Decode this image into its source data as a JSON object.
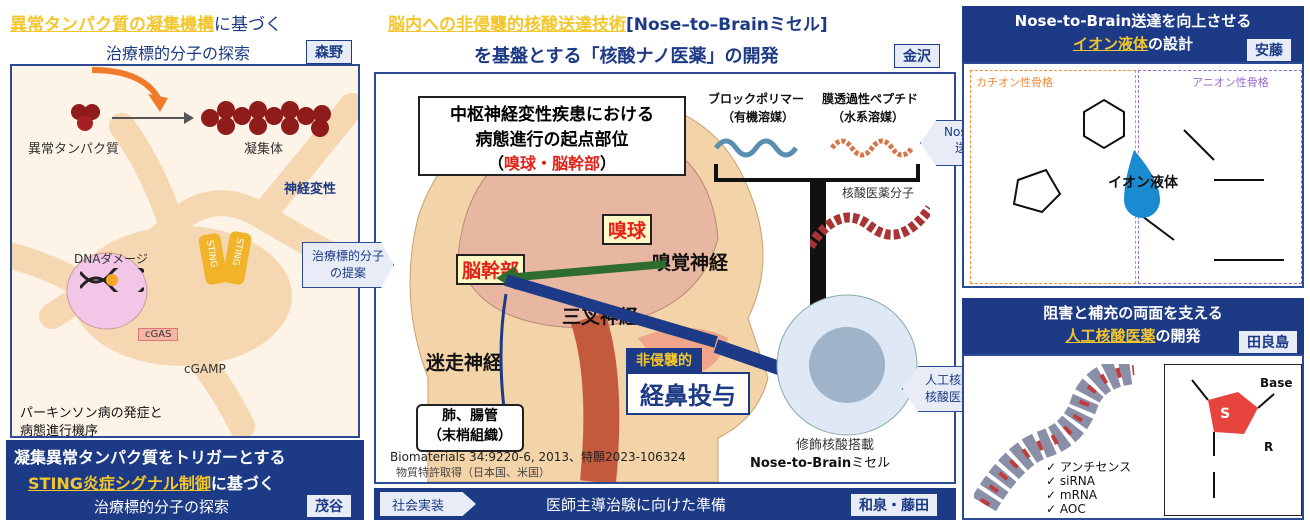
{
  "left": {
    "header_line1_hl": "異常タンパク質の凝集機構",
    "header_line1_rest": "に基づく",
    "header_line2": "治療標的分子の探索",
    "tag": "森野",
    "labels": {
      "abnormal_protein": "異常タンパク質",
      "aggregate": "凝集体",
      "neurodegeneration": "神経変性",
      "dna_damage": "DNAダメージ",
      "cgas": "cGAS",
      "cgamp": "cGAMP",
      "sting1": "STING",
      "sting2": "STING",
      "pd_line1": "パーキンソン病の発症と",
      "pd_line2": "病態進行機序"
    },
    "footer_line1": "凝集異常タンパク質をトリガーとする",
    "footer_line2_hl": "STING炎症シグナル制御",
    "footer_line2_rest": "に基づく",
    "footer_line3": "治療標的分子の探索",
    "footer_tag": "茂谷"
  },
  "center": {
    "header_line1_hl": "脳内への非侵襲的核酸送達技術",
    "header_line1_rest": "[Nose–to–Brainミセル]",
    "header_line2": "を基盤とする「核酸ナノ医薬」の開発",
    "tag": "金沢",
    "box_title1": "中枢神経変性疾患における",
    "box_title2": "病態進行の起点部位",
    "box_title3_open": "（",
    "box_title3_hl": "嗅球・脳幹部",
    "box_title3_close": "）",
    "brainstem": "脳幹部",
    "olfactory_bulb": "嗅球",
    "olfactory_nerve": "嗅覚神経",
    "trigeminal": "三叉神経",
    "vagus": "迷走神経",
    "lung_line1": "肺、腸管",
    "lung_line2": "（末梢組織）",
    "noninvasive": "非侵襲的",
    "nasal": "経鼻投与",
    "block_polymer": "ブロックポリマー",
    "organic_solvent": "（有機溶媒）",
    "peptide": "膜透過性ペプチド",
    "aqueous": "（水系溶媒）",
    "nucleic_drug_molecule": "核酸医薬分子",
    "micelle_line1": "修飾核酸搭載",
    "micelle_line2_bold": "Nose-to-Brain",
    "micelle_line2_rest": "ミセル",
    "citation": "Biomaterials 34:9220-6, 2013、特願2023-106324",
    "patent": "物質特許取得（日本国、米国）",
    "social": "社会実装",
    "footer": "医師主導治験に向けた準備",
    "footer_tag": "和泉・藤田",
    "proposal_line1": "治療標的分子",
    "proposal_line2": "の提案",
    "n2b_line1": "Nose-to-Brain",
    "n2b_line2": "送達の向上",
    "artificial_line1": "人工核酸による",
    "artificial_line2": "核酸医薬の設計"
  },
  "right_top": {
    "header_line1": "Nose-to-Brain送達を向上させる",
    "header_line2_hl": "イオン液体",
    "header_line2_rest": "の設計",
    "tag": "安藤",
    "cation": "カチオン性骨格",
    "anion": "アニオン性骨格",
    "ionic_liquid": "イオン液体"
  },
  "right_bottom": {
    "header_line1": "阻害と補充の両面を支える",
    "header_line2_hl": "人工核酸医薬",
    "header_line2_rest": "の開発",
    "tag": "田良島",
    "base": "Base",
    "s": "S",
    "r": "R",
    "items": [
      "アンチセンス",
      "siRNA",
      "mRNA",
      "AOC"
    ]
  },
  "colors": {
    "navy": "#1c3a85",
    "yellow": "#f3c62c",
    "red": "#e2231a",
    "orange": "#f07c2a"
  }
}
